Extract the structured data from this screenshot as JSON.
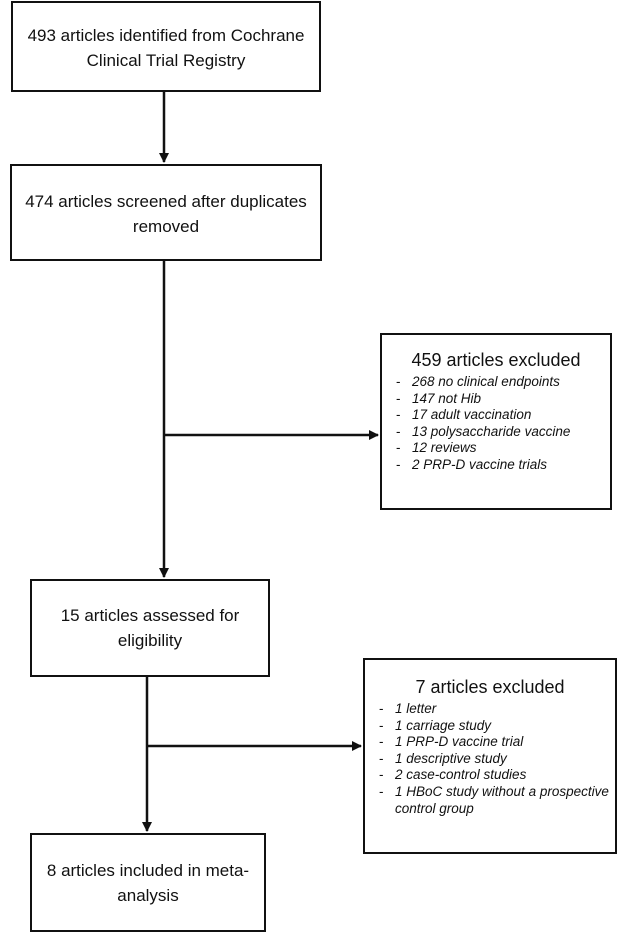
{
  "flowchart": {
    "identified": "493 articles identified from Cochrane Clinical Trial Registry",
    "screened": "474 articles screened after duplicates removed",
    "excluded_1": {
      "title": "459 articles excluded",
      "items": [
        "268 no clinical endpoints",
        "147 not Hib",
        "17 adult vaccination",
        "13 polysaccharide vaccine",
        "12 reviews",
        "2 PRP-D vaccine trials"
      ]
    },
    "assessed": "15 articles assessed for eligibility",
    "excluded_2": {
      "title": "7 articles excluded",
      "items": [
        "1 letter",
        "1 carriage study",
        "1 PRP-D vaccine trial",
        "1 descriptive study",
        "2 case-control studies",
        "1 HBoC study without a prospective control group"
      ]
    },
    "included": "8 articles included in meta-analysis"
  }
}
